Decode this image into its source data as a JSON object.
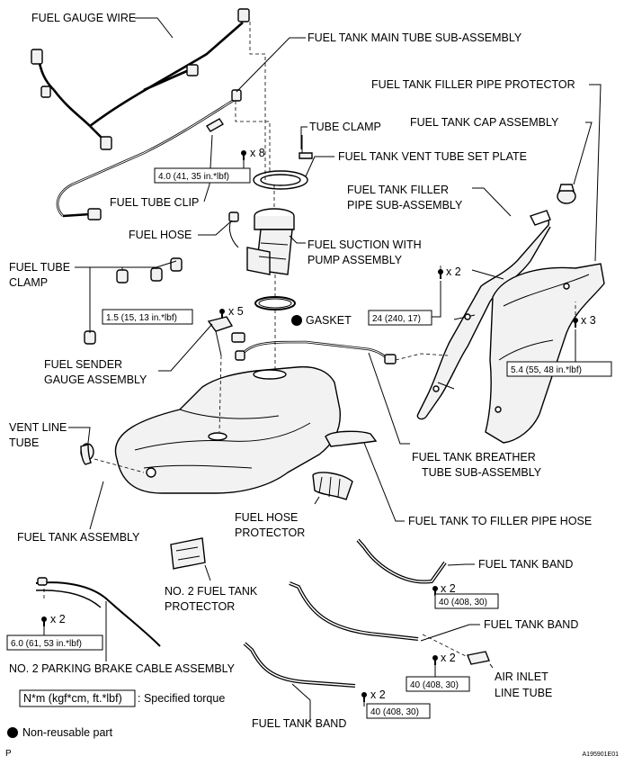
{
  "labels": {
    "fuel_gauge_wire": "FUEL GAUGE WIRE",
    "main_tube": "FUEL TANK MAIN TUBE SUB-ASSEMBLY",
    "filler_pipe_protector": "FUEL TANK FILLER PIPE PROTECTOR",
    "tube_clamp": "TUBE CLAMP",
    "cap_assembly": "FUEL TANK CAP ASSEMBLY",
    "vent_tube_set_plate": "FUEL TANK VENT TUBE SET PLATE",
    "filler_pipe_1": "FUEL TANK FILLER",
    "filler_pipe_2": "PIPE SUB-ASSEMBLY",
    "fuel_tube_clip": "FUEL TUBE CLIP",
    "fuel_hose": "FUEL HOSE",
    "suction_1": "FUEL SUCTION WITH",
    "suction_2": "PUMP ASSEMBLY",
    "fuel_tube_clamp_1": "FUEL TUBE",
    "fuel_tube_clamp_2": "CLAMP",
    "gasket": "GASKET",
    "sender_1": "FUEL SENDER",
    "sender_2": "GAUGE ASSEMBLY",
    "vent_line_1": "VENT LINE",
    "vent_line_2": "TUBE",
    "breather_1": "FUEL TANK BREATHER",
    "breather_2": "TUBE SUB-ASSEMBLY",
    "hose_protector_1": "FUEL HOSE",
    "hose_protector_2": "PROTECTOR",
    "fuel_tank_assembly": "FUEL TANK ASSEMBLY",
    "tank_to_filler_hose": "FUEL TANK TO FILLER PIPE HOSE",
    "fuel_tank_band_1": "FUEL TANK BAND",
    "no2_protector_1": "NO. 2 FUEL TANK",
    "no2_protector_2": "PROTECTOR",
    "fuel_tank_band_2": "FUEL TANK BAND",
    "air_inlet_1": "AIR INLET",
    "air_inlet_2": "LINE TUBE",
    "parking_brake_cable": "NO. 2 PARKING BRAKE CABLE ASSEMBLY",
    "fuel_tank_band_3": "FUEL TANK BAND"
  },
  "torques": {
    "t1": "4.0 (41, 35 in.*lbf)",
    "t2": "1.5 (15, 13 in.*lbf)",
    "t3": "24 (240, 17)",
    "t4": "5.4 (55, 48 in.*lbf)",
    "t5": "6.0 (61, 53 in.*lbf)",
    "t6": "40 (408, 30)",
    "t7": "40 (408, 30)",
    "t8": "40 (408, 30)"
  },
  "qty": {
    "q1": "x 8",
    "q2": "x 5",
    "q3": "x 2",
    "q4": "x 3",
    "q5": "x 2",
    "q6": "x 2",
    "q7": "x 2",
    "q8": "x 2"
  },
  "legend": {
    "torque_box": "N*m (kgf*cm, ft.*lbf)",
    "torque_text": ": Specified torque",
    "non_reusable": "Non-reusable part"
  },
  "footer": {
    "left": "P",
    "right": "A195901E01"
  }
}
